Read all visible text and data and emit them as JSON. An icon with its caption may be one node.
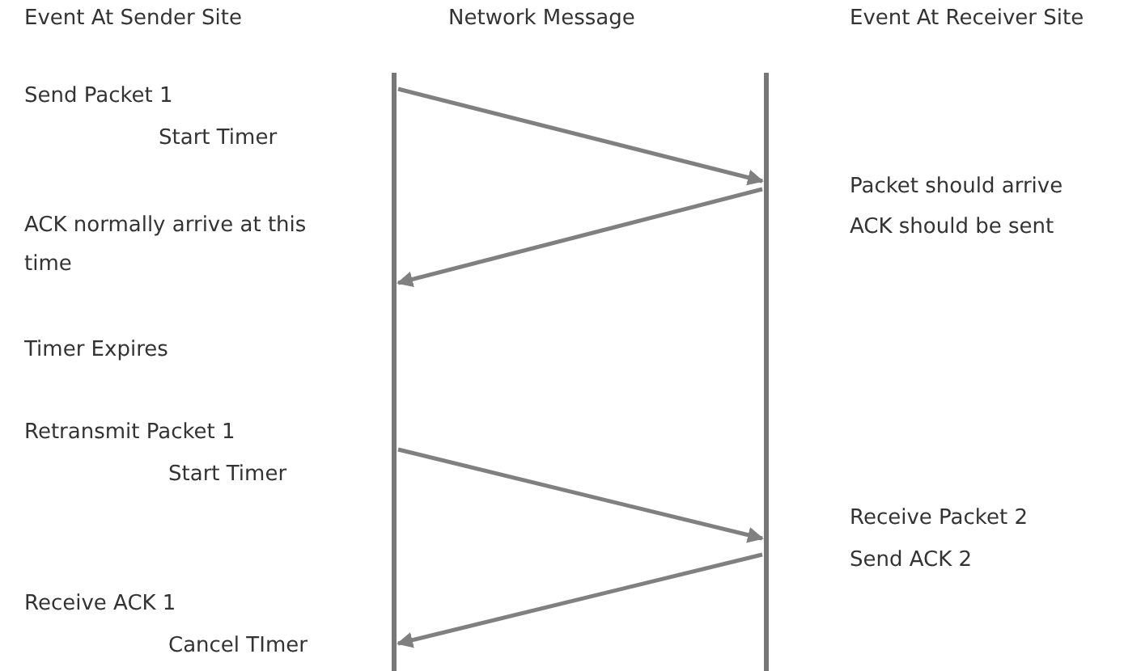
{
  "diagram": {
    "nodes": [
      {
        "text": [],
        "shape": "bar"
      },
      {
        "text": [],
        "shape": "bar"
      }
    ],
    "edges": [
      {
        "from": 0,
        "to": 1,
        "arrow": "to"
      },
      {
        "from": 1,
        "to": 0,
        "arrow": "to"
      },
      {
        "from": 0,
        "to": 1,
        "arrow": "to"
      },
      {
        "from": 1,
        "to": 0,
        "arrow": "to"
      }
    ],
    "labels": [
      "Event At Sender Site",
      "Network Message",
      "Event At Receiver Site",
      "Send Packet 1",
      "Start Timer",
      "Packet should arrive",
      "ACK should be sent",
      "ACK normally arrive at this time",
      "Timer Expires",
      "Retransmit Packet 1",
      "Start Timer",
      "Receive Packet 2",
      "Send ACK 2",
      "Receive ACK 1",
      "Cancel TImer"
    ]
  }
}
